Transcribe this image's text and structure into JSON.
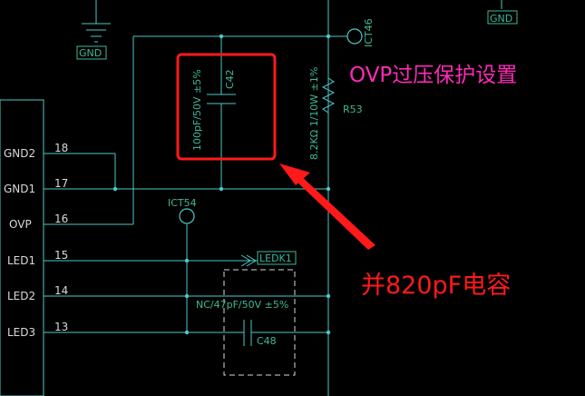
{
  "connector_pins": [
    {
      "name": "GND2",
      "number": "18"
    },
    {
      "name": "GND1",
      "number": "17"
    },
    {
      "name": "OVP",
      "number": "16"
    },
    {
      "name": "LED1",
      "number": "15"
    },
    {
      "name": "LED2",
      "number": "14"
    },
    {
      "name": "LED3",
      "number": "13"
    }
  ],
  "test_points": {
    "ict46": "ICT46",
    "ict54": "ICT54"
  },
  "ground_labels": {
    "top_left": "GND",
    "top_right": "GND"
  },
  "net_label_ledk1": "LEDK1",
  "components": {
    "c42": {
      "ref": "C42",
      "value": "100pF/50V ±5%"
    },
    "r53": {
      "ref": "R53",
      "value": "8.2KΩ 1/10W ±1%"
    },
    "c48": {
      "ref": "C48",
      "value": "NC/47pF/50V ±5%"
    }
  },
  "annotations": {
    "ovp_title": "OVP过压保护设置",
    "parallel_note": "并820pF电容"
  },
  "colors": {
    "wire": "#4fc9c9",
    "annotation_red": "#ff1a1a",
    "annotation_magenta": "#ff2ab8",
    "background": "#000000"
  }
}
